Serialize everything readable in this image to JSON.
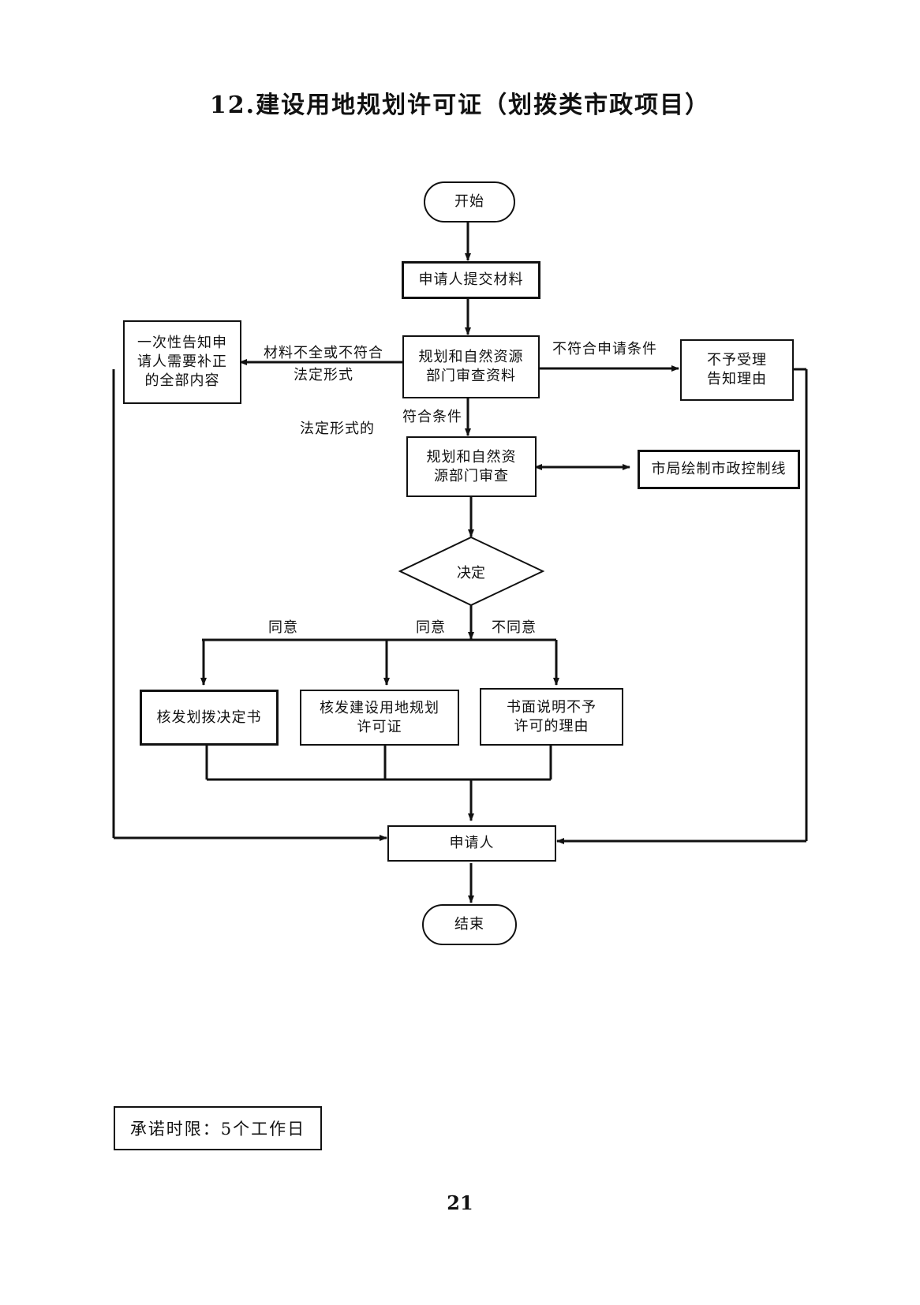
{
  "title": "12.建设用地规划许可证（划拨类市政项目）",
  "nodes": {
    "start": "开始",
    "submit": "申请人提交材料",
    "review_l1": "规划和自然资源",
    "review_l2": "部门审查资料",
    "notify_l1": "一次性告知申",
    "notify_l2": "请人需要补正",
    "notify_l3": "的全部内容",
    "reject_l1": "不予受理",
    "reject_l2": "告知理由",
    "examine_l1": "规划和自然资",
    "examine_l2": "源部门审查",
    "municipal": "市局绘制市政控制线",
    "decision": "决定",
    "allocation": "核发划拨决定书",
    "permit_l1": "核发建设用地规划",
    "permit_l2": "许可证",
    "refusal_l1": "书面说明不予",
    "refusal_l2": "许可的理由",
    "applicant": "申请人",
    "end": "结束"
  },
  "labels": {
    "incomplete_l1": "材料不全或不符合",
    "incomplete_l2": "法定形式",
    "not_meet": "不符合申请条件",
    "legal_form": "法定形式的",
    "meets": "符合条件",
    "agree_left": "同意",
    "agree_mid": "同意",
    "disagree": "不同意"
  },
  "footer": {
    "promise": "承诺时限：5个工作日",
    "page": "21"
  }
}
